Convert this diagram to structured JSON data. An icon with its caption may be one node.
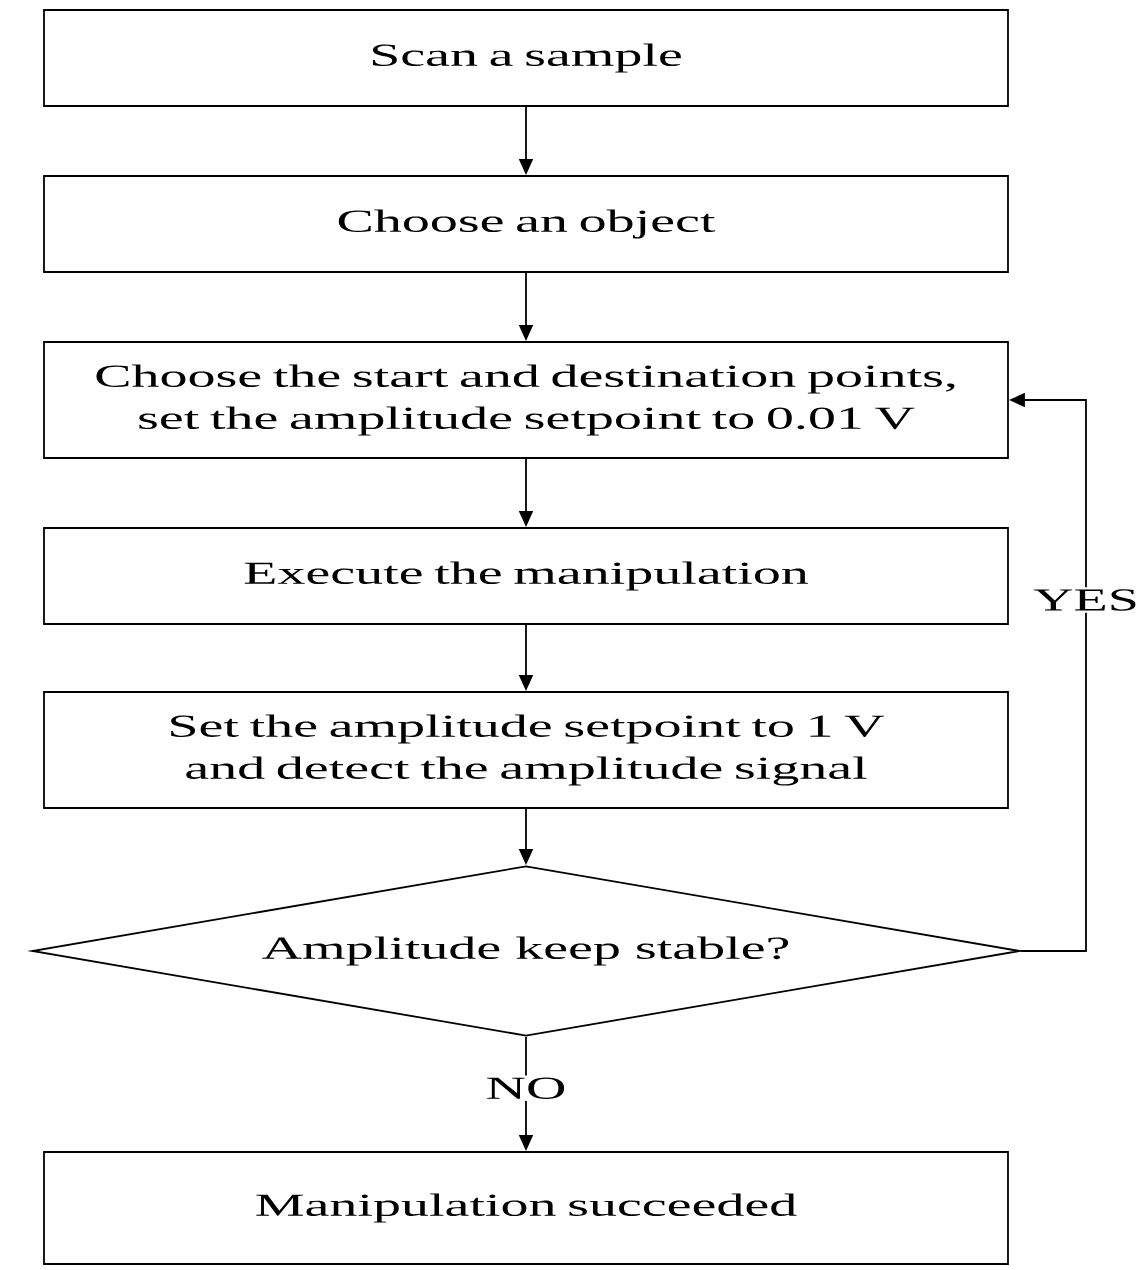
{
  "diagram": {
    "nodes": [
      {
        "text": [
          "Scan a sample"
        ]
      },
      {
        "text": [
          "Choose an object"
        ]
      },
      {
        "text": [
          "Choose the start and destination points, set the amplitude setpoint to 0.01 V"
        ]
      },
      {
        "text": [
          "Execute the manipulation"
        ]
      },
      {
        "text": [
          "Set the amplitude setpoint to 1 V and detect the amplitude signal"
        ]
      },
      {
        "text": [
          "Amplitude keep stable?"
        ]
      },
      {
        "text": [
          "Manipulation succeeded"
        ]
      }
    ],
    "edges": [
      {
        "from": 0,
        "to": 1,
        "arrow": "to"
      },
      {
        "from": 1,
        "to": 2,
        "arrow": "to"
      },
      {
        "from": 2,
        "to": 3,
        "arrow": "to"
      },
      {
        "from": 3,
        "to": 4,
        "arrow": "to"
      },
      {
        "from": 4,
        "to": 5,
        "arrow": "to"
      },
      {
        "from": 5,
        "to": 2,
        "arrow": "to",
        "label": "YES"
      },
      {
        "from": 5,
        "to": 6,
        "arrow": "to",
        "label": "NO"
      }
    ]
  }
}
